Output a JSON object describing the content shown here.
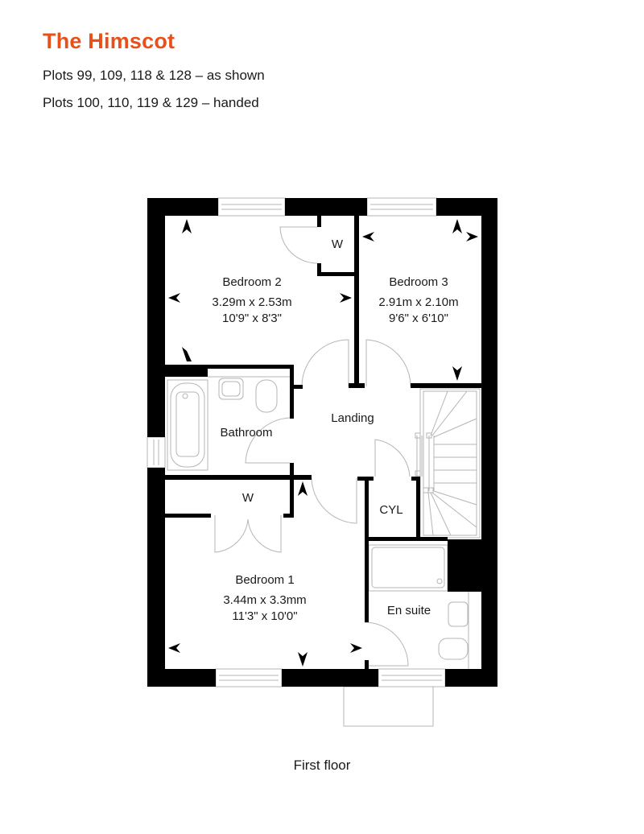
{
  "header": {
    "title": "The Himscot",
    "line1": "Plots 99, 109, 118 & 128 – as shown",
    "line2": "Plots 100, 110, 119 & 129 – handed"
  },
  "floor_label": "First floor",
  "colors": {
    "accent": "#e8501a",
    "wall": "#000000",
    "fixture_line": "#b5b5b5",
    "text": "#1a1a1a"
  },
  "rooms": [
    {
      "id": "bedroom2",
      "name": "Bedroom 2",
      "metric": "3.29m x 2.53m",
      "imperial": "10'9\" x 8'3\""
    },
    {
      "id": "bedroom3",
      "name": "Bedroom 3",
      "metric": "2.91m x 2.10m",
      "imperial": "9'6\" x 6'10\""
    },
    {
      "id": "bathroom",
      "name": "Bathroom"
    },
    {
      "id": "landing",
      "name": "Landing"
    },
    {
      "id": "bedroom1",
      "name": "Bedroom 1",
      "metric": "3.44m x 3.3mm",
      "imperial": "11'3\" x 10'0\""
    },
    {
      "id": "ensuite",
      "name": "En suite"
    },
    {
      "id": "cylinder",
      "name": "CYL"
    }
  ],
  "wardrobes": [
    {
      "label": "W"
    },
    {
      "label": "W"
    }
  ]
}
